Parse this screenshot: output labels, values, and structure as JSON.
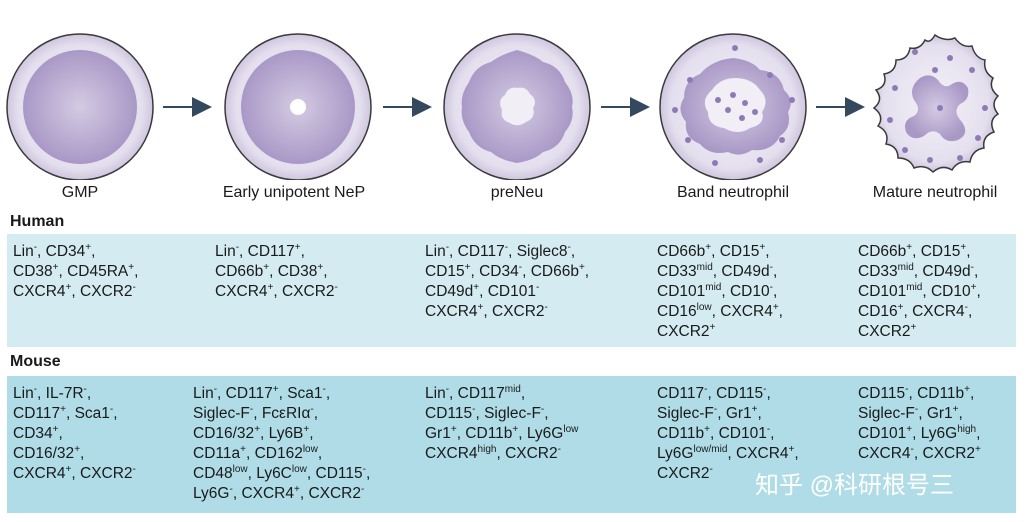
{
  "stages": [
    {
      "name": "GMP"
    },
    {
      "name": "Early unipotent NeP"
    },
    {
      "name": "preNeu"
    },
    {
      "name": "Band neutrophil"
    },
    {
      "name": "Mature neutrophil"
    }
  ],
  "human": {
    "heading": "Human",
    "markers": [
      [
        [
          [
            "Lin",
            "-"
          ],
          [
            ", CD34",
            "+"
          ],
          [
            ",",
            ""
          ]
        ],
        [
          [
            "CD38",
            "+"
          ],
          [
            ", CD45RA",
            "+"
          ],
          [
            ",",
            ""
          ]
        ],
        [
          [
            "CXCR4",
            "+"
          ],
          [
            ", CXCR2",
            "-"
          ]
        ]
      ],
      [
        [
          [
            "Lin",
            "-"
          ],
          [
            ", CD117",
            "+"
          ],
          [
            ",",
            ""
          ]
        ],
        [
          [
            "CD66b",
            "+"
          ],
          [
            ", CD38",
            "+"
          ],
          [
            ",",
            ""
          ]
        ],
        [
          [
            "CXCR4",
            "+"
          ],
          [
            ", CXCR2",
            "-"
          ]
        ]
      ],
      [
        [
          [
            "Lin",
            "-"
          ],
          [
            ", CD117",
            "-"
          ],
          [
            ", Siglec8",
            "-"
          ],
          [
            ",",
            ""
          ]
        ],
        [
          [
            "CD15",
            "+"
          ],
          [
            ", CD34",
            "-"
          ],
          [
            ", CD66b",
            "+"
          ],
          [
            ",",
            ""
          ]
        ],
        [
          [
            "CD49d",
            "+"
          ],
          [
            ", CD101",
            "-"
          ]
        ],
        [
          [
            "CXCR4",
            "+"
          ],
          [
            ", CXCR2",
            "-"
          ]
        ]
      ],
      [
        [
          [
            "CD66b",
            "+"
          ],
          [
            ", CD15",
            "+"
          ],
          [
            ",",
            ""
          ]
        ],
        [
          [
            "CD33",
            "mid"
          ],
          [
            ", CD49d",
            "-"
          ],
          [
            ",",
            ""
          ]
        ],
        [
          [
            "CD101",
            "mid"
          ],
          [
            ", CD10",
            "-"
          ],
          [
            ",",
            ""
          ]
        ],
        [
          [
            "CD16",
            "low"
          ],
          [
            ", CXCR4",
            "+"
          ],
          [
            ",",
            ""
          ]
        ],
        [
          [
            "CXCR2",
            "+"
          ]
        ]
      ],
      [
        [
          [
            "CD66b",
            "+"
          ],
          [
            ", CD15",
            "+"
          ],
          [
            ",",
            ""
          ]
        ],
        [
          [
            "CD33",
            "mid"
          ],
          [
            ", CD49d",
            "-"
          ],
          [
            ",",
            ""
          ]
        ],
        [
          [
            "CD101",
            "mid"
          ],
          [
            ", CD10",
            "+"
          ],
          [
            ",",
            ""
          ]
        ],
        [
          [
            "CD16",
            "+"
          ],
          [
            ", CXCR4",
            "-"
          ],
          [
            ",",
            ""
          ]
        ],
        [
          [
            "CXCR2",
            "+"
          ]
        ]
      ]
    ]
  },
  "mouse": {
    "heading": "Mouse",
    "markers": [
      [
        [
          [
            "Lin",
            "-"
          ],
          [
            ", IL-7R",
            "-"
          ],
          [
            ",",
            ""
          ]
        ],
        [
          [
            "CD117",
            "+"
          ],
          [
            ", Sca1",
            "-"
          ],
          [
            ",",
            ""
          ]
        ],
        [
          [
            "CD34",
            "+"
          ],
          [
            ",",
            ""
          ]
        ],
        [
          [
            "CD16/32",
            "+"
          ],
          [
            ",",
            ""
          ]
        ],
        [
          [
            "CXCR4",
            "+"
          ],
          [
            ", CXCR2",
            "-"
          ]
        ]
      ],
      [
        [
          [
            "Lin",
            "-"
          ],
          [
            ", CD117",
            "+"
          ],
          [
            ", Sca1",
            "-"
          ],
          [
            ",",
            ""
          ]
        ],
        [
          [
            "Siglec-F",
            "-"
          ],
          [
            ", FcεRIα",
            "-"
          ],
          [
            ",",
            ""
          ]
        ],
        [
          [
            "CD16/32",
            "+"
          ],
          [
            ", Ly6B",
            "+"
          ],
          [
            ",",
            ""
          ]
        ],
        [
          [
            "CD11a",
            "+"
          ],
          [
            ", CD162",
            "low"
          ],
          [
            ",",
            ""
          ]
        ],
        [
          [
            "CD48",
            "low"
          ],
          [
            ", Ly6C",
            "low"
          ],
          [
            ", CD115",
            "-"
          ],
          [
            ",",
            ""
          ]
        ],
        [
          [
            "Ly6G",
            "-"
          ],
          [
            ", CXCR4",
            "+"
          ],
          [
            ", CXCR2",
            "-"
          ]
        ]
      ],
      [
        [
          [
            "Lin",
            "-"
          ],
          [
            ", CD117",
            "mid"
          ],
          [
            ",",
            ""
          ]
        ],
        [
          [
            "CD115",
            "-"
          ],
          [
            ", Siglec-F",
            "-"
          ],
          [
            ",",
            ""
          ]
        ],
        [
          [
            "Gr1",
            "+"
          ],
          [
            ", CD11b",
            "+"
          ],
          [
            ", Ly6G",
            "low"
          ]
        ],
        [
          [
            "CXCR4",
            "high"
          ],
          [
            ", CXCR2",
            "-"
          ]
        ]
      ],
      [
        [
          [
            "CD117",
            "-"
          ],
          [
            ", CD115",
            "-"
          ],
          [
            ",",
            ""
          ]
        ],
        [
          [
            "Siglec-F",
            "-"
          ],
          [
            ", Gr1",
            "+"
          ],
          [
            ",",
            ""
          ]
        ],
        [
          [
            "CD11b",
            "+"
          ],
          [
            ", CD101",
            "-"
          ],
          [
            ",",
            ""
          ]
        ],
        [
          [
            "Ly6G",
            "low/mid"
          ],
          [
            ", CXCR4",
            "+"
          ],
          [
            ",",
            ""
          ]
        ],
        [
          [
            "CXCR2",
            "-"
          ]
        ]
      ],
      [
        [
          [
            "CD115",
            "-"
          ],
          [
            ", CD11b",
            "+"
          ],
          [
            ",",
            ""
          ]
        ],
        [
          [
            "Siglec-F",
            "-"
          ],
          [
            ", Gr1",
            "+"
          ],
          [
            ",",
            ""
          ]
        ],
        [
          [
            "CD101",
            "+"
          ],
          [
            ", Ly6G",
            "high"
          ],
          [
            ",",
            ""
          ]
        ],
        [
          [
            "CXCR4",
            "-"
          ],
          [
            ", CXCR2",
            "+"
          ]
        ]
      ]
    ]
  },
  "watermark": "知乎 @科研根号三",
  "colors": {
    "human_band": "#d3ebf1",
    "mouse_band": "#afdce6",
    "cell_outer": "#e6e2ef",
    "cell_inner": "#b2a6cc",
    "nucleus": "#c7bcdb",
    "arrow": "#34495e"
  }
}
